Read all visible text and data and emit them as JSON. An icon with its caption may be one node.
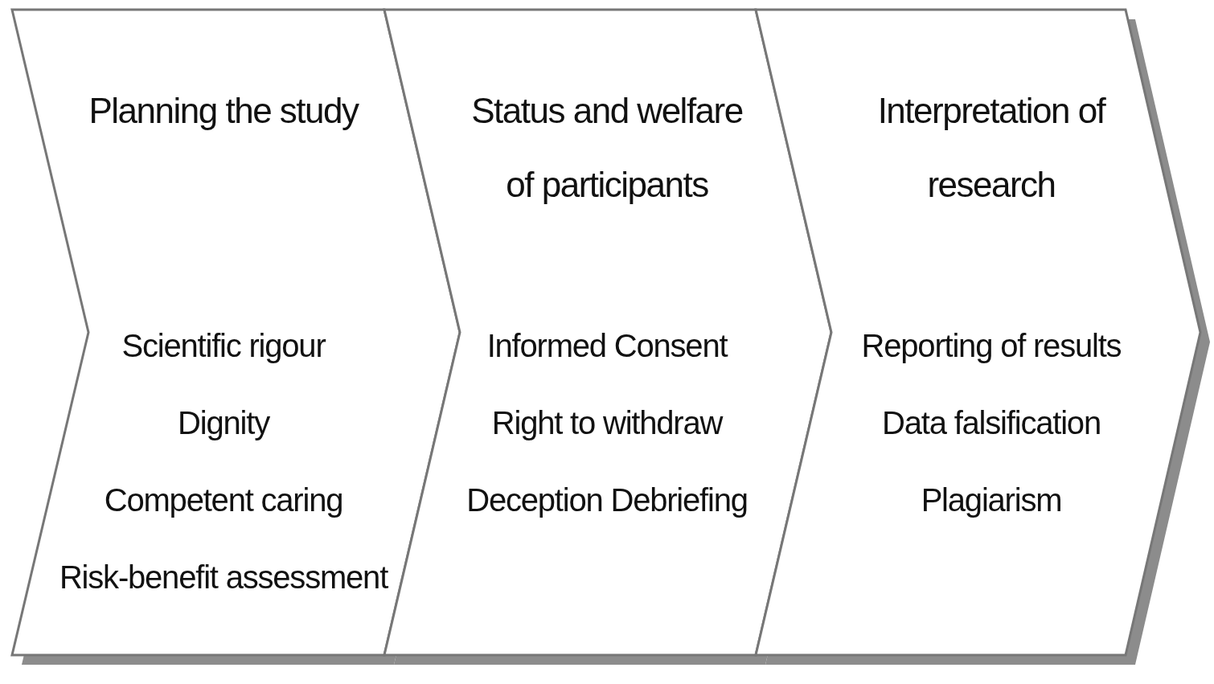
{
  "diagram": {
    "nodes": [
      {
        "text": [
          "Planning the study",
          "Scientific rigour",
          "Dignity",
          "Competent caring",
          "Risk-benefit assessment"
        ]
      },
      {
        "text": [
          "Status and welfare of participants",
          "Informed Consent",
          "Right to withdraw",
          "Deception Debriefing"
        ]
      },
      {
        "text": [
          "Interpretation of research",
          "Reporting of results",
          "Data falsification",
          "Plagiarism"
        ]
      }
    ]
  }
}
